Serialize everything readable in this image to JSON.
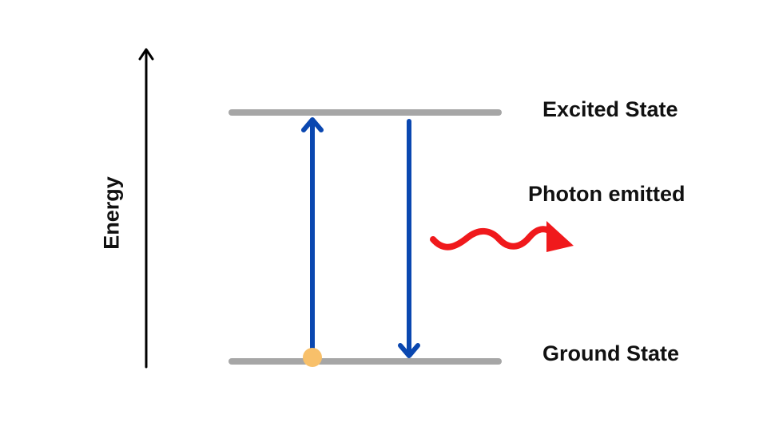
{
  "labels": {
    "energy_axis": "Energy",
    "excited_state": "Excited State",
    "ground_state": "Ground State",
    "photon": "Photon emitted"
  },
  "colors": {
    "level_line": "#a6a6a6",
    "transition_arrow": "#0a47b0",
    "photon_wave": "#f0191c",
    "electron": "#f8c06a",
    "axis": "#000000"
  },
  "icons": {
    "photon": "wavy-arrow-icon",
    "electron": "filled-circle"
  }
}
